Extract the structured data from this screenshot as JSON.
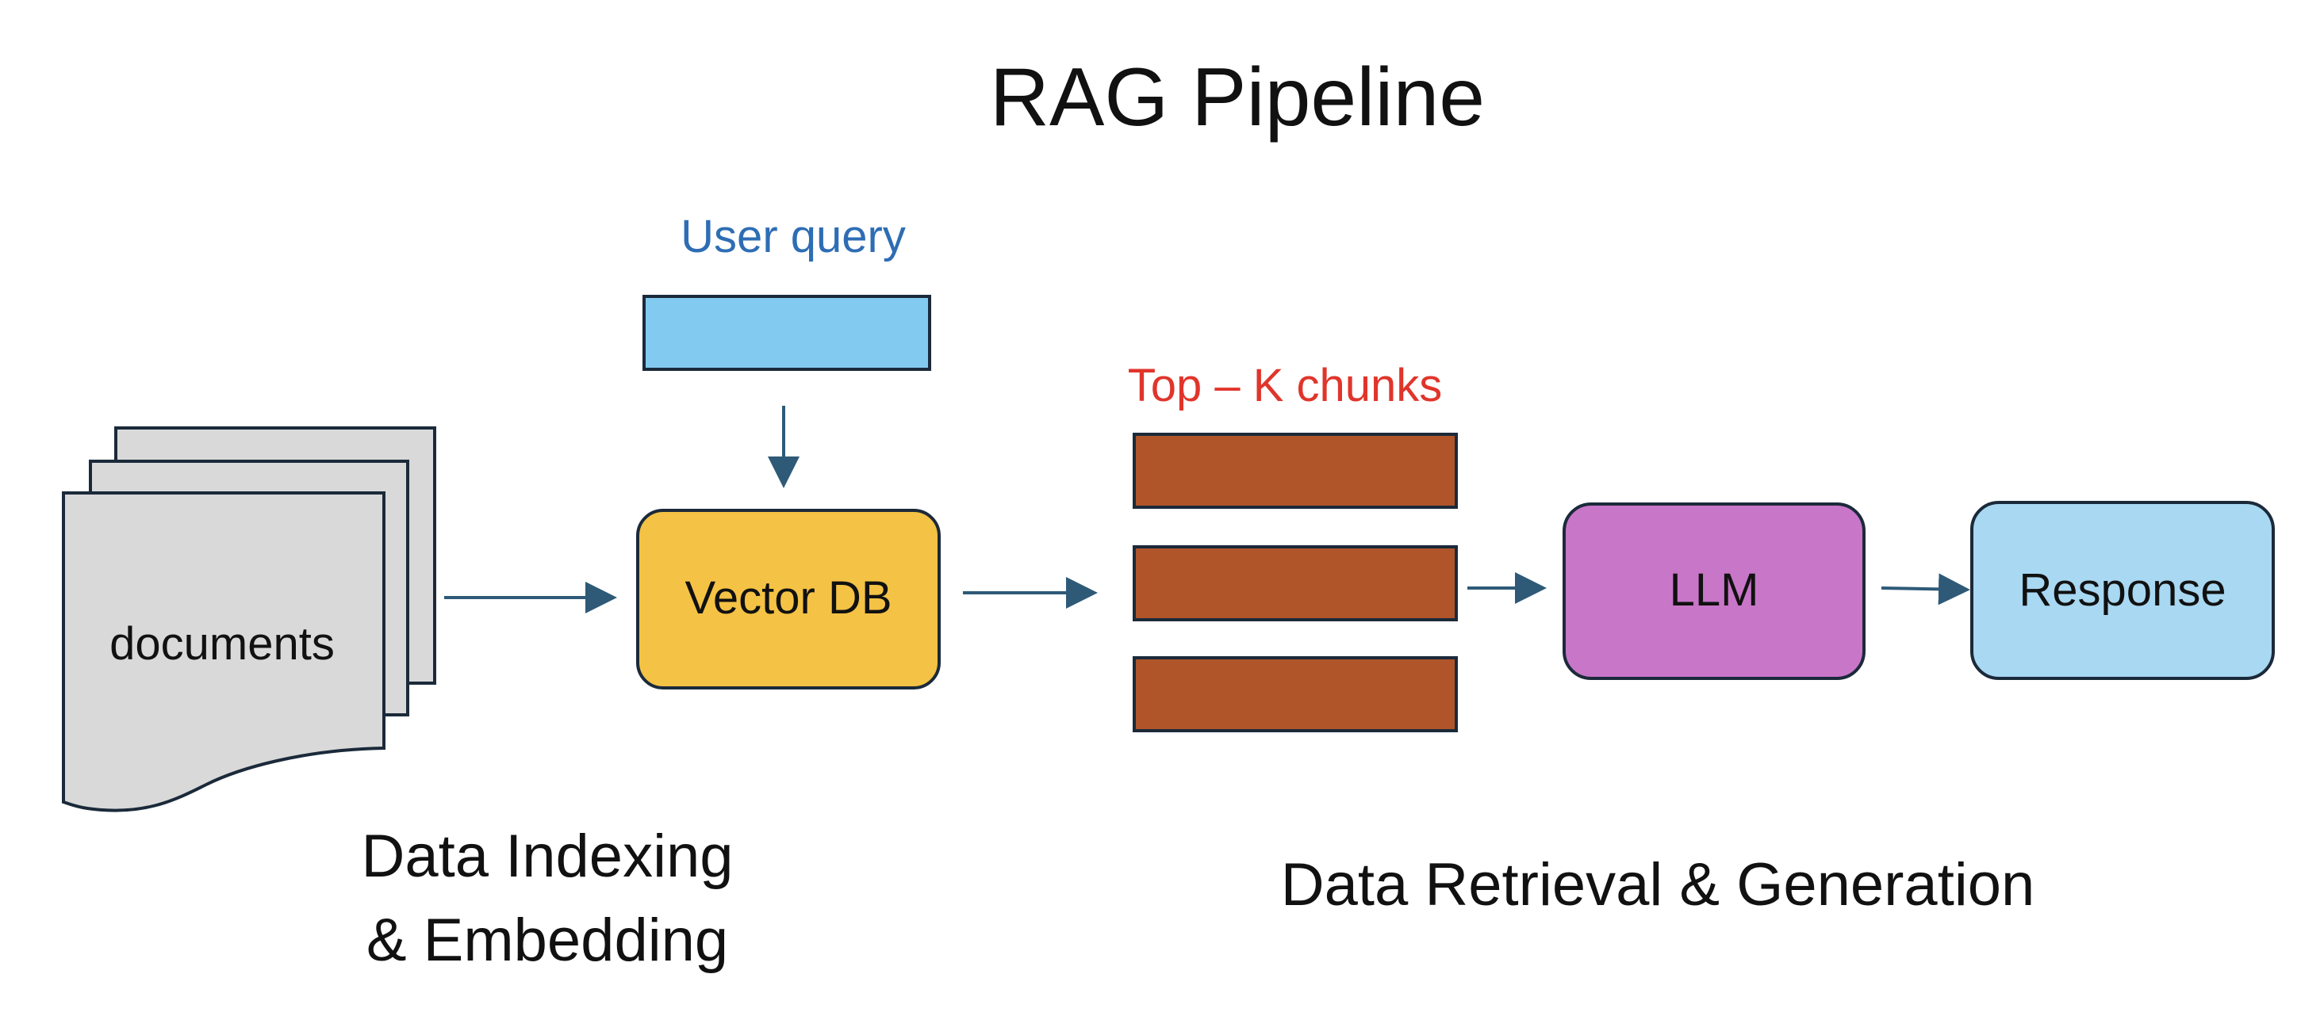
{
  "title": "RAG Pipeline",
  "user_query": {
    "label": "User query"
  },
  "documents": {
    "label": "documents"
  },
  "vector_db": {
    "label": "Vector DB"
  },
  "top_k": {
    "label": "Top – K chunks"
  },
  "llm": {
    "label": "LLM"
  },
  "response": {
    "label": "Response"
  },
  "sections": {
    "indexing_line1": "Data Indexing",
    "indexing_line2": "& Embedding",
    "retrieval": "Data Retrieval & Generation"
  },
  "colors": {
    "query_box": "#83CAF0",
    "query_label": "#2E6DB4",
    "vector_db": "#F4C244",
    "chunk": "#B0552A",
    "chunk_label": "#E0352B",
    "llm": "#C876C8",
    "response": "#A8D8F2",
    "documents": "#D9D9D9",
    "stroke": "#1B2A3A",
    "arrow": "#2E5A78"
  }
}
